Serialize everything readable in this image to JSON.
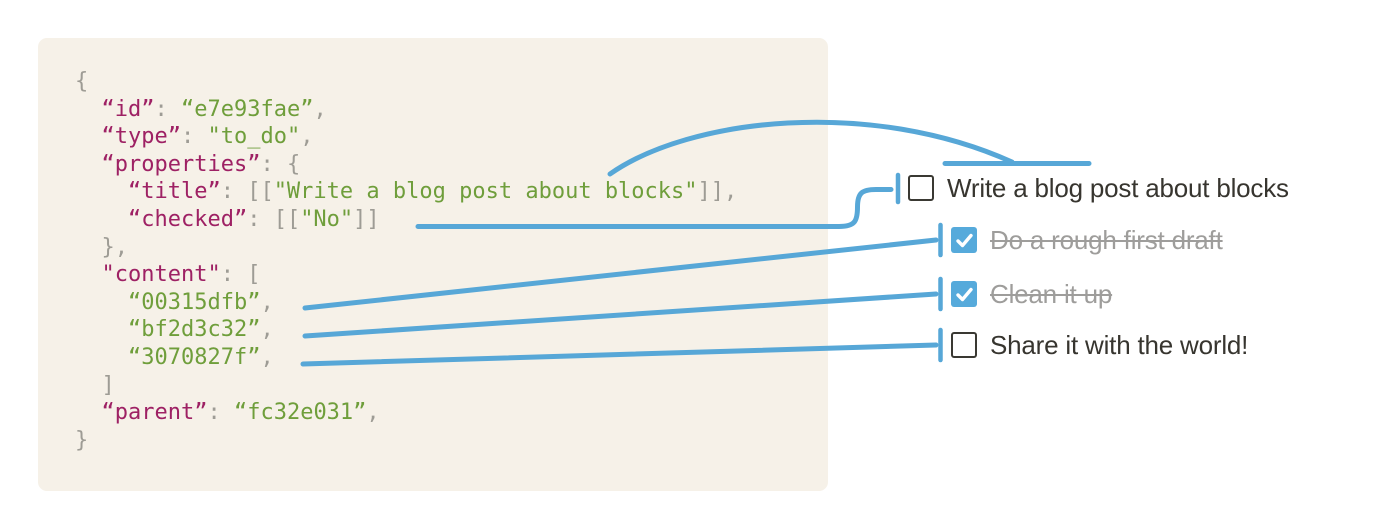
{
  "palette": {
    "page_bg": "#ffffff",
    "code_bg": "#f6f1e8",
    "key": "#9e2164",
    "value": "#6f9e3b",
    "punct": "#9e9c95",
    "connector": "#57a7d7",
    "checkbox_checked": "#56aadb",
    "checkbox_border": "#3a3933",
    "todo_text": "#37352f",
    "todo_done": "#9e9d9b"
  },
  "code_block": {
    "lines": [
      [
        {
          "t": "{",
          "c": "p"
        }
      ],
      [
        {
          "t": "  ",
          "c": "p"
        },
        {
          "t": "“id”",
          "c": "k"
        },
        {
          "t": ": ",
          "c": "p"
        },
        {
          "t": "“e7e93fae”",
          "c": "v"
        },
        {
          "t": ",",
          "c": "p"
        }
      ],
      [
        {
          "t": "  ",
          "c": "p"
        },
        {
          "t": "“type”",
          "c": "k"
        },
        {
          "t": ": ",
          "c": "p"
        },
        {
          "t": "\"to_do\"",
          "c": "v"
        },
        {
          "t": ",",
          "c": "p"
        }
      ],
      [
        {
          "t": "  ",
          "c": "p"
        },
        {
          "t": "“properties”",
          "c": "k"
        },
        {
          "t": ": {",
          "c": "p"
        }
      ],
      [
        {
          "t": "    ",
          "c": "p"
        },
        {
          "t": "“title”",
          "c": "k"
        },
        {
          "t": ": [[",
          "c": "p"
        },
        {
          "t": "\"Write a blog post about blocks\"",
          "c": "v"
        },
        {
          "t": "]],",
          "c": "p"
        }
      ],
      [
        {
          "t": "    ",
          "c": "p"
        },
        {
          "t": "“checked”",
          "c": "k"
        },
        {
          "t": ": [[",
          "c": "p"
        },
        {
          "t": "\"No\"",
          "c": "v"
        },
        {
          "t": "]]",
          "c": "p"
        }
      ],
      [
        {
          "t": "  },",
          "c": "p"
        }
      ],
      [
        {
          "t": "  ",
          "c": "p"
        },
        {
          "t": "\"content\"",
          "c": "k"
        },
        {
          "t": ": [",
          "c": "p"
        }
      ],
      [
        {
          "t": "    ",
          "c": "p"
        },
        {
          "t": "“00315dfb”",
          "c": "v"
        },
        {
          "t": ",",
          "c": "p"
        }
      ],
      [
        {
          "t": "    ",
          "c": "p"
        },
        {
          "t": "“bf2d3c32”",
          "c": "v"
        },
        {
          "t": ",",
          "c": "p"
        }
      ],
      [
        {
          "t": "    ",
          "c": "p"
        },
        {
          "t": "“3070827f”",
          "c": "v"
        },
        {
          "t": ",",
          "c": "p"
        }
      ],
      [
        {
          "t": "  ]",
          "c": "p"
        }
      ],
      [
        {
          "t": "  ",
          "c": "p"
        },
        {
          "t": "“parent”",
          "c": "k"
        },
        {
          "t": ": ",
          "c": "p"
        },
        {
          "t": "“fc32e031”",
          "c": "v"
        },
        {
          "t": ",",
          "c": "p"
        }
      ],
      [
        {
          "t": "}",
          "c": "p"
        }
      ]
    ]
  },
  "todo_list": {
    "items": [
      {
        "label": "Write a blog post about blocks",
        "checked": false,
        "done": false
      },
      {
        "label": "Do a rough first draft",
        "checked": true,
        "done": true
      },
      {
        "label": "Clean it up",
        "checked": true,
        "done": true
      },
      {
        "label": "Share it with the world!",
        "checked": false,
        "done": false
      }
    ]
  },
  "connections": [
    {
      "from": "properties.title",
      "to": "todo item 1 label"
    },
    {
      "from": "properties.checked",
      "to": "todo item 1 checkbox"
    },
    {
      "from": "content[0] “00315dfb”",
      "to": "todo item 2"
    },
    {
      "from": "content[1] “bf2d3c32”",
      "to": "todo item 3"
    },
    {
      "from": "content[2] “3070827f”",
      "to": "todo item 4"
    }
  ]
}
